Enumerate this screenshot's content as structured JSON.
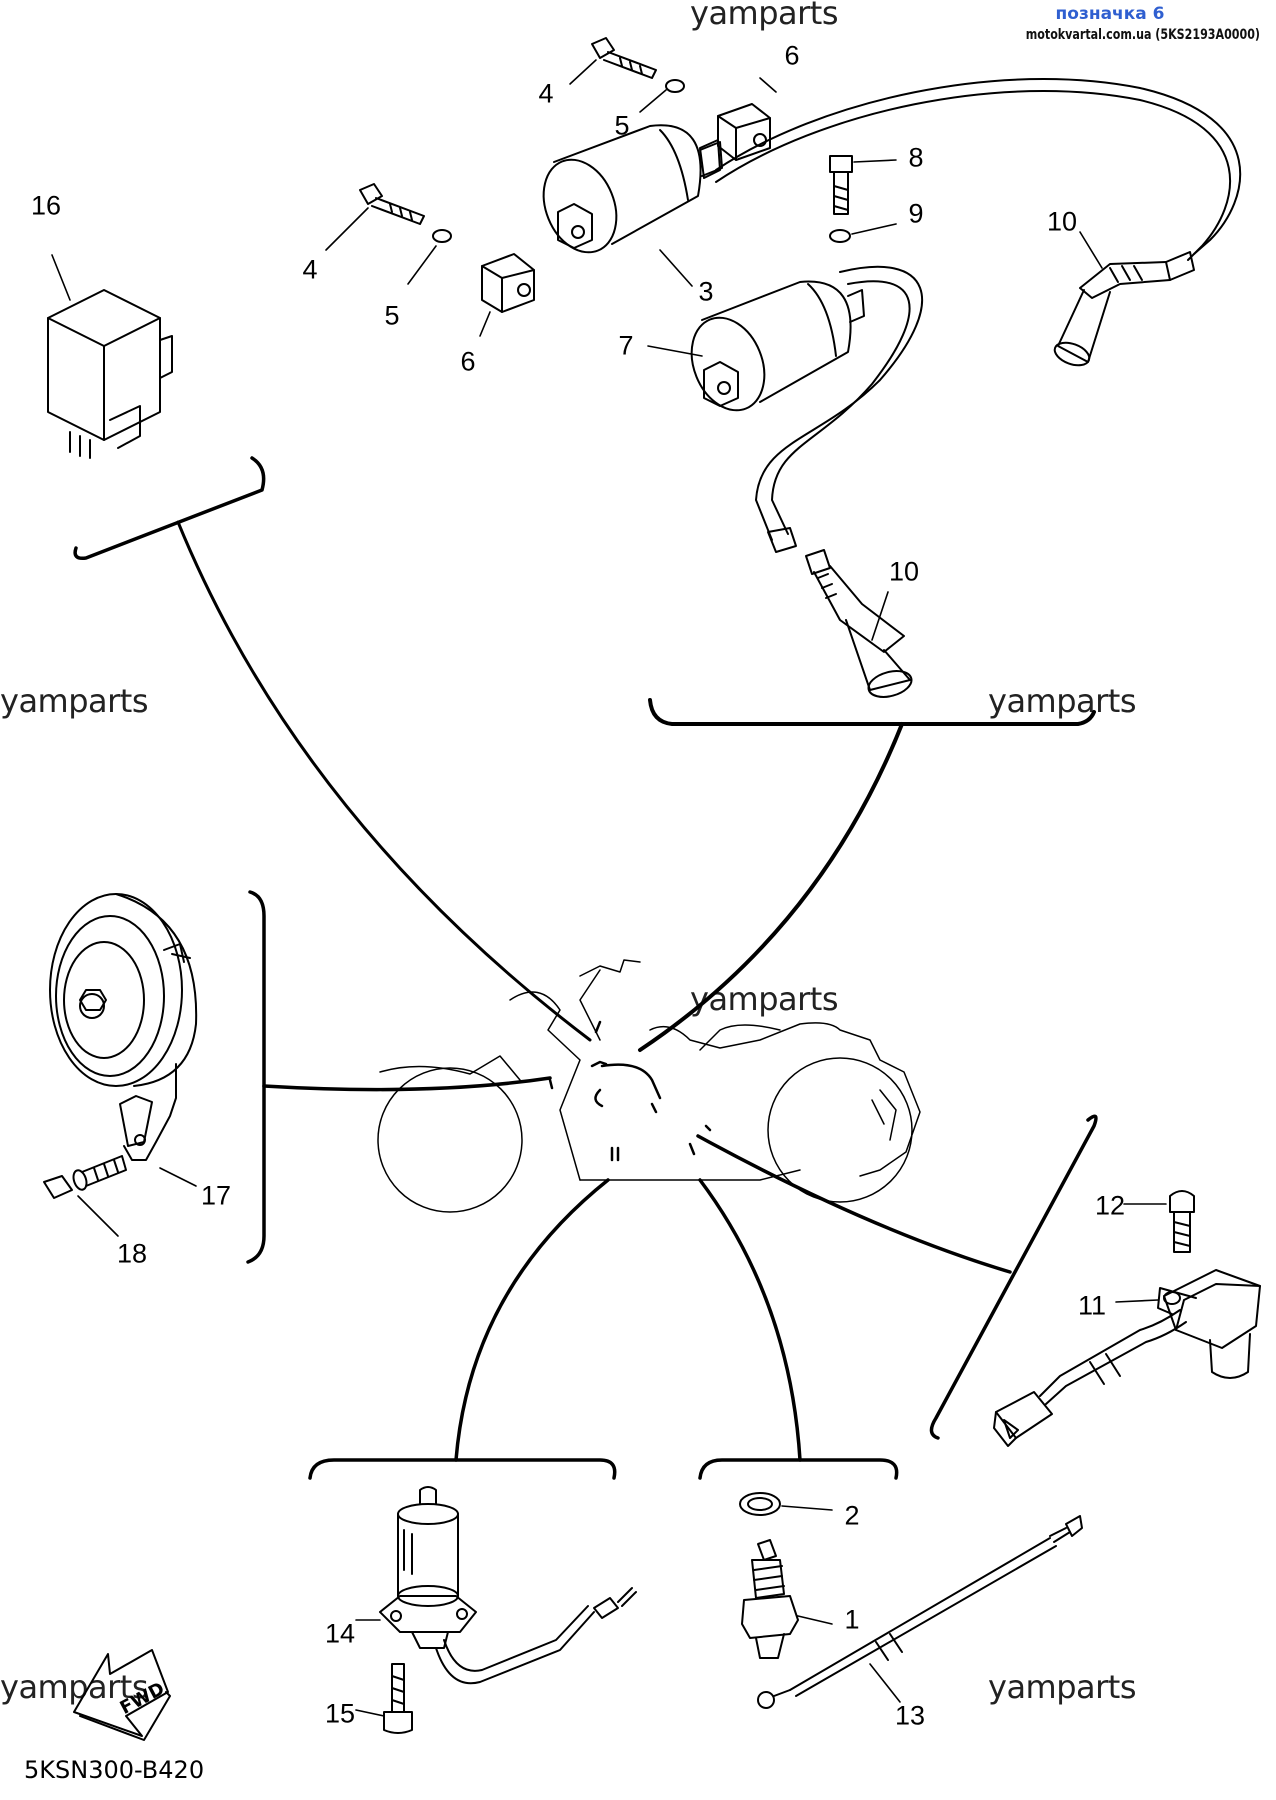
{
  "header": {
    "tag_label": "позначка 6",
    "site_ref": "motokvartal.com.ua (5KS2193A0000)"
  },
  "watermark": "yamparts",
  "diagram_code": "5KSN300-B420",
  "fwd_label": "FWD",
  "part_numbers": [
    "1",
    "2",
    "3",
    "4",
    "4",
    "5",
    "5",
    "6",
    "6",
    "7",
    "8",
    "9",
    "10",
    "10",
    "11",
    "12",
    "13",
    "14",
    "15",
    "16",
    "17",
    "18"
  ]
}
